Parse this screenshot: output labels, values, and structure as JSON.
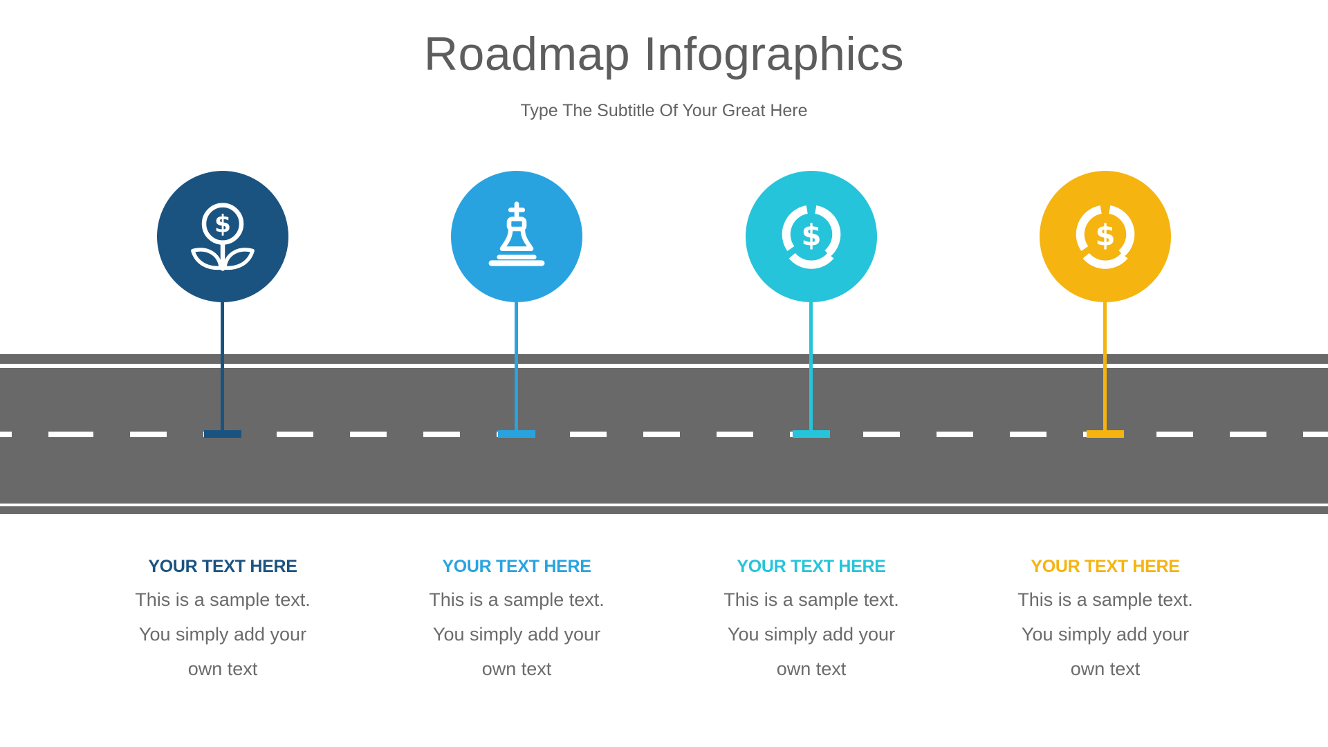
{
  "title": "Roadmap Infographics",
  "subtitle": "Type The Subtitle Of Your Great Here",
  "road": {
    "asphalt_color": "#696969",
    "marking_color": "#ffffff"
  },
  "milestones": [
    {
      "icon": "money-plant-icon",
      "heading": "YOUR TEXT HERE",
      "body_lines": [
        "This is a sample text.",
        "You simply add your",
        "own text"
      ],
      "color": "#1b5380"
    },
    {
      "icon": "chess-king-icon",
      "heading": "YOUR TEXT HERE",
      "body_lines": [
        "This is a sample text.",
        "You simply add your",
        "own text"
      ],
      "color": "#29a3e0"
    },
    {
      "icon": "pie-chart-dollar-icon",
      "heading": "YOUR TEXT HERE",
      "body_lines": [
        "This is a sample text.",
        "You simply add your",
        "own text"
      ],
      "color": "#26c4da"
    },
    {
      "icon": "pie-chart-dollar-icon",
      "heading": "YOUR TEXT HERE",
      "body_lines": [
        "This is a sample text.",
        "You simply add your",
        "own text"
      ],
      "color": "#f5b40f"
    }
  ]
}
